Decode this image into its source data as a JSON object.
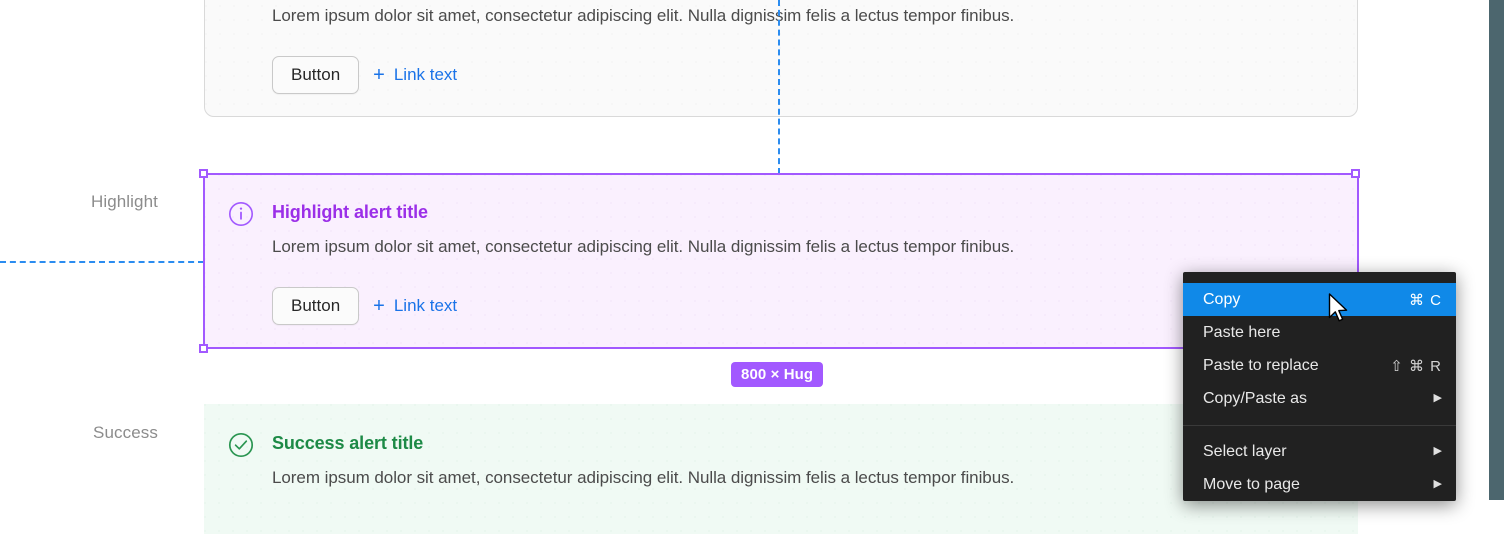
{
  "labels": {
    "highlight": "Highlight",
    "success": "Success"
  },
  "alerts": [
    {
      "id": "default",
      "icon": "info-circle-icon",
      "title": "",
      "body": "Lorem ipsum dolor sit amet, consectetur adipiscing elit. Nulla dignissim felis a lectus tempor finibus.",
      "button_label": "Button",
      "link_label": "Link text",
      "link_icon": "plus-icon",
      "bg_color": "#fafafa",
      "border_color": "#d9d9d9"
    },
    {
      "id": "highlight",
      "icon": "info-circle-icon",
      "title": "Highlight alert title",
      "body": "Lorem ipsum dolor sit amet, consectetur adipiscing elit. Nulla dignissim felis a lectus tempor finibus.",
      "button_label": "Button",
      "link_label": "Link text",
      "link_icon": "plus-icon",
      "bg_color": "#faf0fe",
      "accent_color": "#9b2fe8"
    },
    {
      "id": "success",
      "icon": "check-circle-icon",
      "title": "Success alert title",
      "body": "Lorem ipsum dolor sit amet, consectetur adipiscing elit. Nulla dignissim felis a lectus tempor finibus.",
      "bg_color": "#f0faf4",
      "accent_color": "#1d8a46"
    }
  ],
  "selection": {
    "size_badge": "800 × Hug",
    "frame_color": "#a259ff",
    "guide_color": "#2b8cf0"
  },
  "context_menu": {
    "items": [
      {
        "label": "Copy",
        "shortcut": "⌘ C",
        "arrow": "",
        "selected": true
      },
      {
        "label": "Paste here",
        "shortcut": "",
        "arrow": "",
        "selected": false
      },
      {
        "label": "Paste to replace",
        "shortcut": "⇧ ⌘ R",
        "arrow": "",
        "selected": false
      },
      {
        "label": "Copy/Paste as",
        "shortcut": "",
        "arrow": "▶",
        "selected": false
      },
      {
        "label": "Select layer",
        "shortcut": "",
        "arrow": "▶",
        "selected": false
      },
      {
        "label": "Move to page",
        "shortcut": "",
        "arrow": "▶",
        "selected": false
      }
    ],
    "separator_after_index": 3,
    "highlight_color": "#1089e8",
    "bg_color": "#212121"
  }
}
